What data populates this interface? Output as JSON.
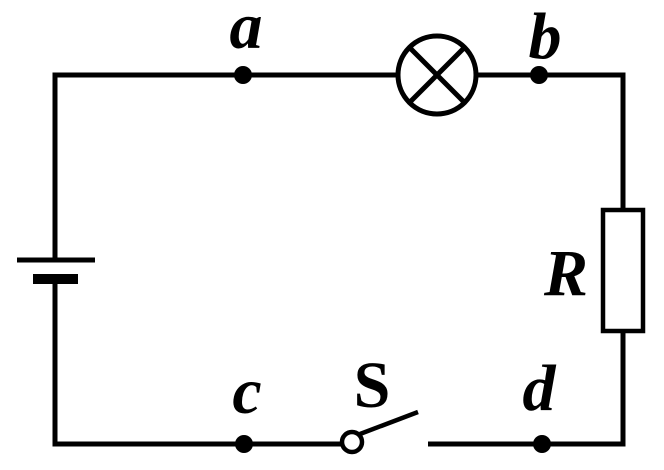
{
  "diagram": {
    "kind": "electric-circuit",
    "colors": {
      "ink": "#000000",
      "background": "#ffffff"
    },
    "labels": {
      "node_a": "a",
      "node_b": "b",
      "node_c": "c",
      "node_d": "d",
      "resistor": "R",
      "switch": "S"
    },
    "components": [
      {
        "name": "battery",
        "symbol": "single-cell-two-plates"
      },
      {
        "name": "lamp",
        "symbol": "circle-with-cross",
        "between_nodes": "a-b"
      },
      {
        "name": "resistor",
        "symbol": "open-rectangle",
        "label": "R"
      },
      {
        "name": "switch",
        "symbol": "pivot-lever",
        "label": "S",
        "state": "open",
        "between_nodes": "c-d"
      }
    ],
    "nodes": [
      "a",
      "b",
      "c",
      "d"
    ]
  }
}
